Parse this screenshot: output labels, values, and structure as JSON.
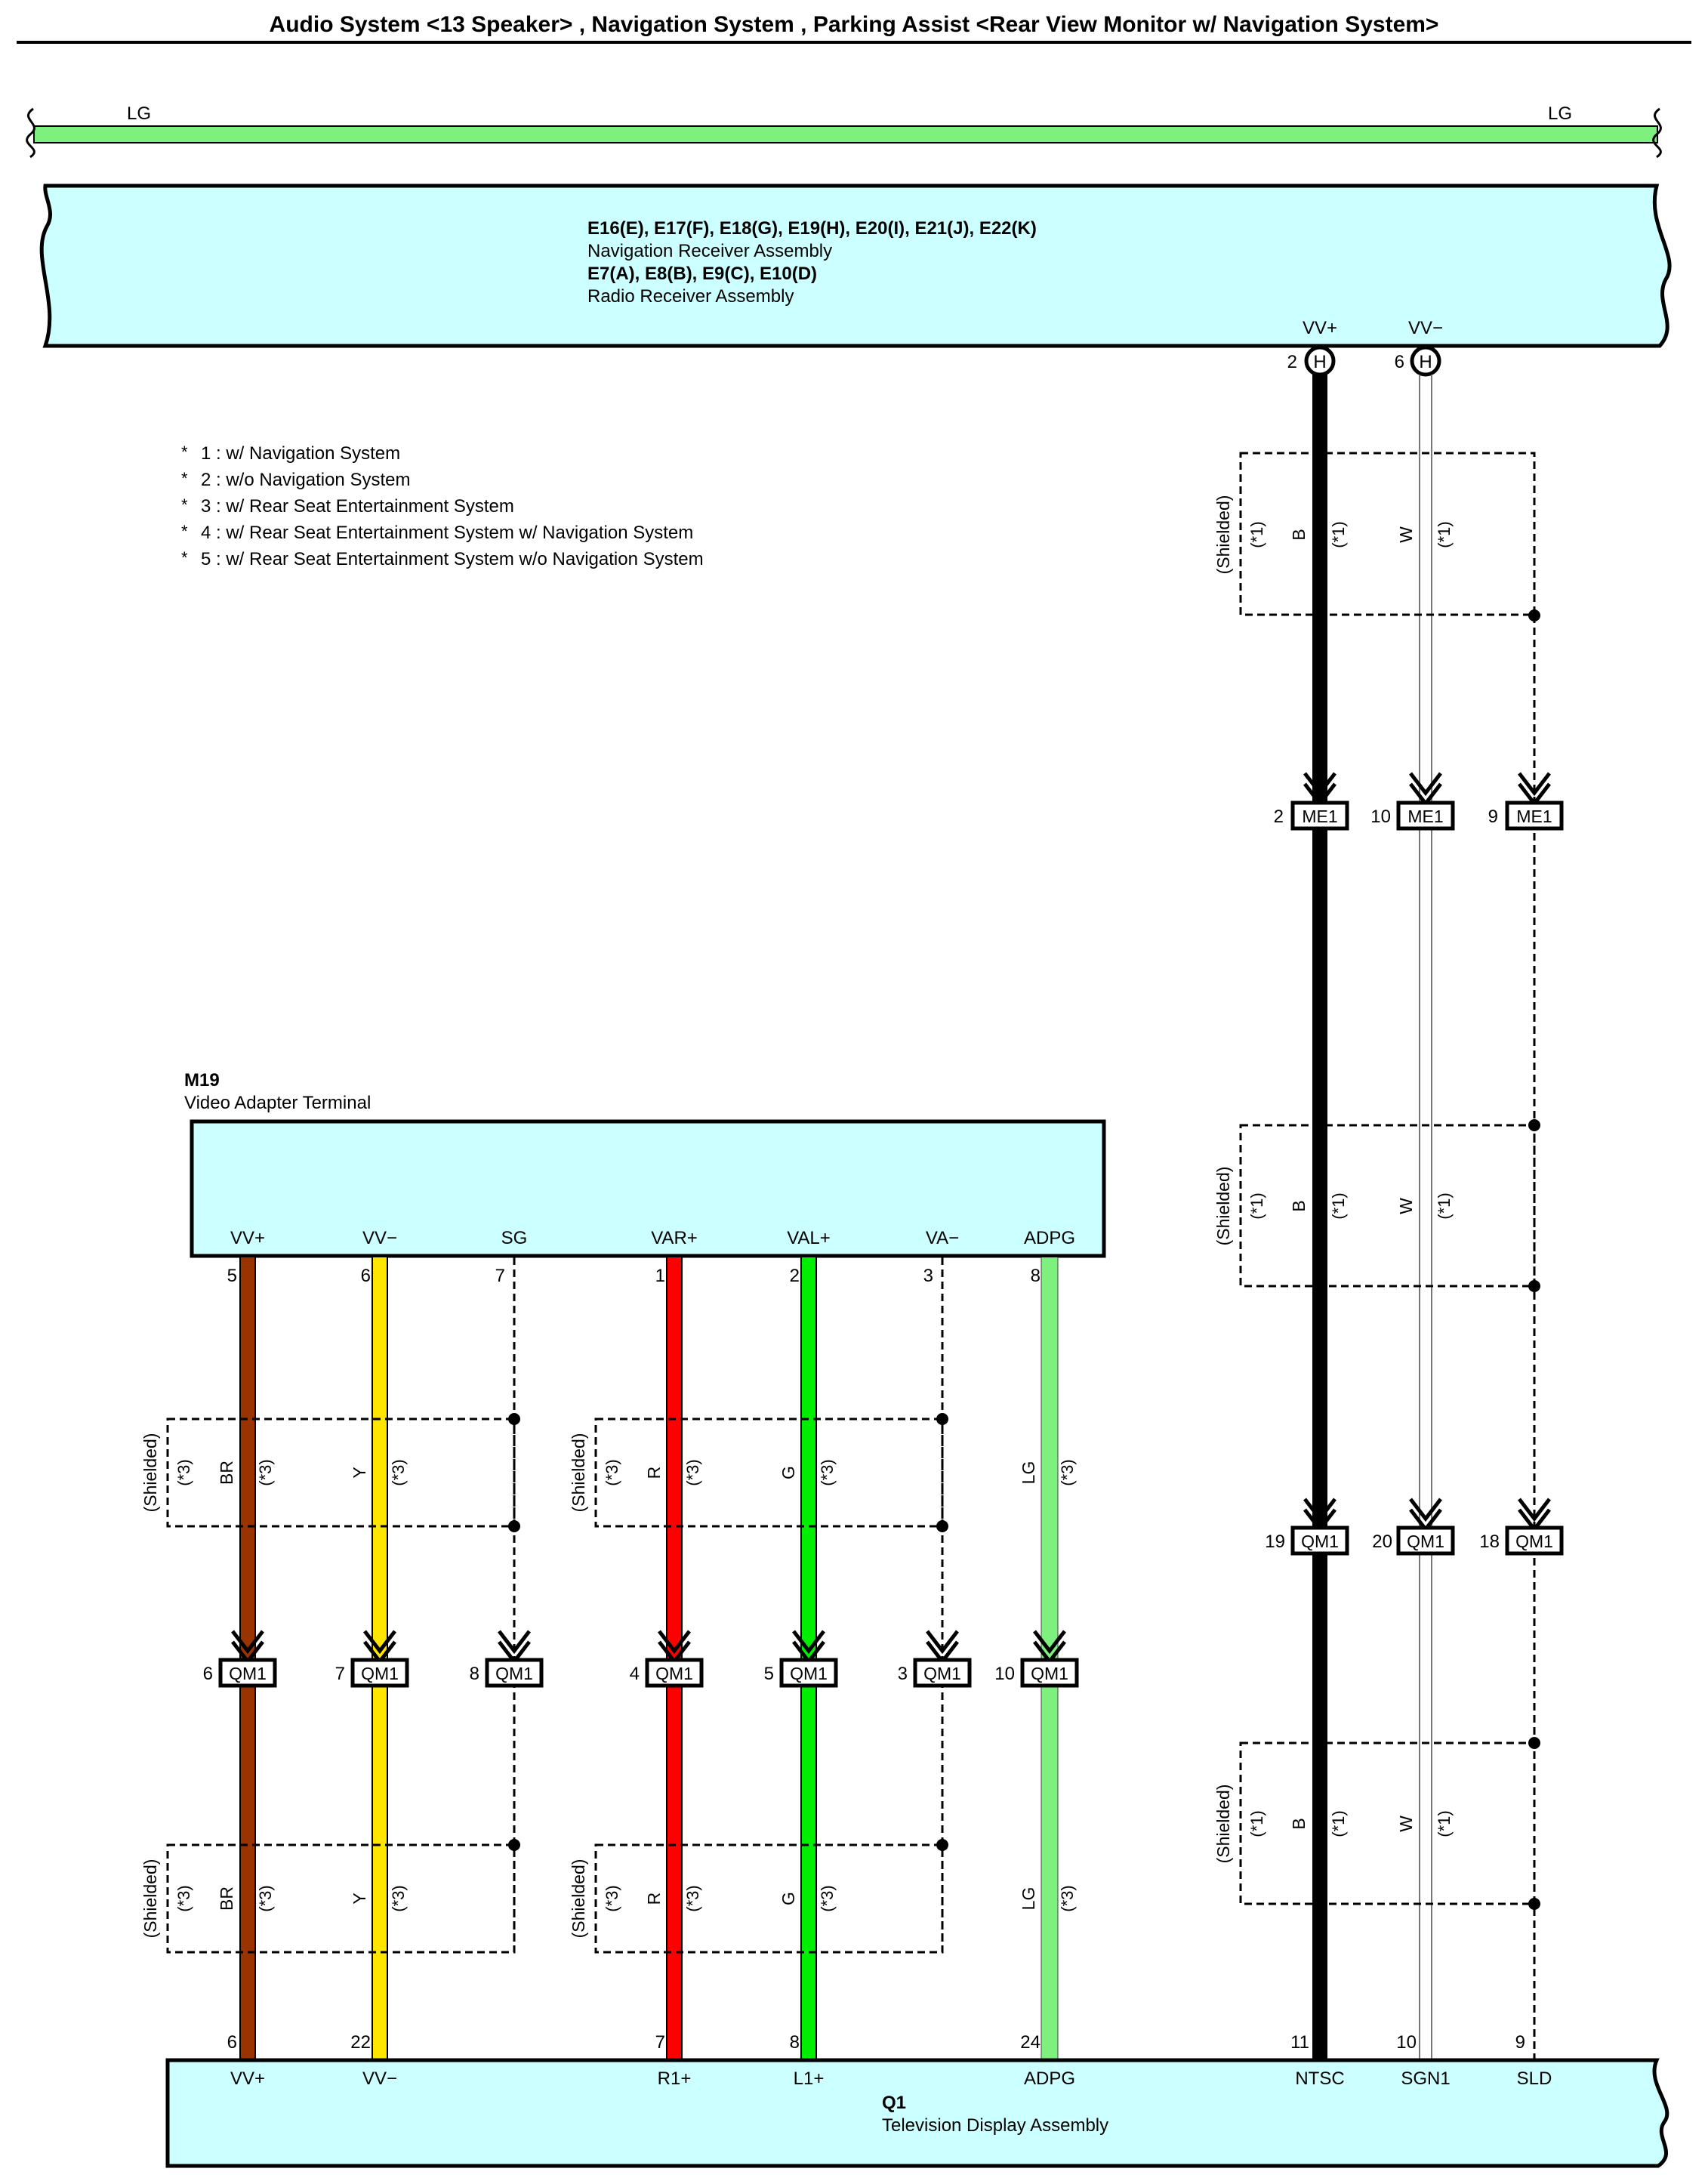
{
  "title": "Audio System <13 Speaker> , Navigation System , Parking Assist <Rear View Monitor w/ Navigation System>",
  "colors": {
    "LG": "#7df07d",
    "B": "#000000",
    "W": "#ffffff",
    "BR": "#993300",
    "Y": "#ffe600",
    "R": "#ff0000",
    "G": "#00ee00",
    "component": "#ccffff"
  },
  "top_bus": {
    "label_left": "LG",
    "label_right": "LG"
  },
  "nav_receiver": {
    "connectors": "E16(E), E17(F), E18(G), E19(H), E20(I), E21(J), E22(K)",
    "name": "Navigation Receiver Assembly",
    "connectors2": "E7(A), E8(B), E9(C), E10(D)",
    "name2": "Radio Receiver Assembly"
  },
  "notes": [
    "1 : w/ Navigation System",
    "2 : w/o Navigation System",
    "3 : w/ Rear Seat Entertainment System",
    "4 : w/ Rear Seat Entertainment System w/ Navigation System",
    "5 : w/ Rear Seat Entertainment System w/o Navigation System"
  ],
  "note_symbol": "*",
  "nav_pins": [
    {
      "label": "VV+",
      "pin": "2",
      "conn": "H"
    },
    {
      "label": "VV−",
      "pin": "6",
      "conn": "H"
    }
  ],
  "shield": {
    "label": "(Shielded)",
    "note1": "(*1)",
    "note3": "(*3)"
  },
  "me1": [
    {
      "pin": "2",
      "conn": "ME1"
    },
    {
      "pin": "10",
      "conn": "ME1"
    },
    {
      "pin": "9",
      "conn": "ME1"
    }
  ],
  "right_qm1": [
    {
      "pin": "19",
      "conn": "QM1"
    },
    {
      "pin": "20",
      "conn": "QM1"
    },
    {
      "pin": "18",
      "conn": "QM1"
    }
  ],
  "right_wire_colors": [
    "B",
    "W"
  ],
  "m19": {
    "id": "M19",
    "name": "Video Adapter Terminal",
    "pins": [
      {
        "label": "VV+",
        "pin": "5"
      },
      {
        "label": "VV−",
        "pin": "6"
      },
      {
        "label": "SG",
        "pin": "7"
      },
      {
        "label": "VAR+",
        "pin": "1"
      },
      {
        "label": "VAL+",
        "pin": "2"
      },
      {
        "label": "VA−",
        "pin": "3"
      },
      {
        "label": "ADPG",
        "pin": "8"
      }
    ]
  },
  "left_wire_colors": [
    "BR",
    "Y",
    "R",
    "G",
    "LG"
  ],
  "left_qm1": [
    {
      "pin": "6",
      "conn": "QM1"
    },
    {
      "pin": "7",
      "conn": "QM1"
    },
    {
      "pin": "8",
      "conn": "QM1"
    },
    {
      "pin": "4",
      "conn": "QM1"
    },
    {
      "pin": "5",
      "conn": "QM1"
    },
    {
      "pin": "3",
      "conn": "QM1"
    },
    {
      "pin": "10",
      "conn": "QM1"
    }
  ],
  "q1": {
    "id": "Q1",
    "name": "Television Display Assembly",
    "pins": [
      {
        "label": "VV+",
        "pin": "6"
      },
      {
        "label": "VV−",
        "pin": "22"
      },
      {
        "label": "R1+",
        "pin": "7"
      },
      {
        "label": "L1+",
        "pin": "8"
      },
      {
        "label": "ADPG",
        "pin": "24"
      },
      {
        "label": "NTSC",
        "pin": "11"
      },
      {
        "label": "SGN1",
        "pin": "10"
      },
      {
        "label": "SLD",
        "pin": "9"
      }
    ]
  }
}
